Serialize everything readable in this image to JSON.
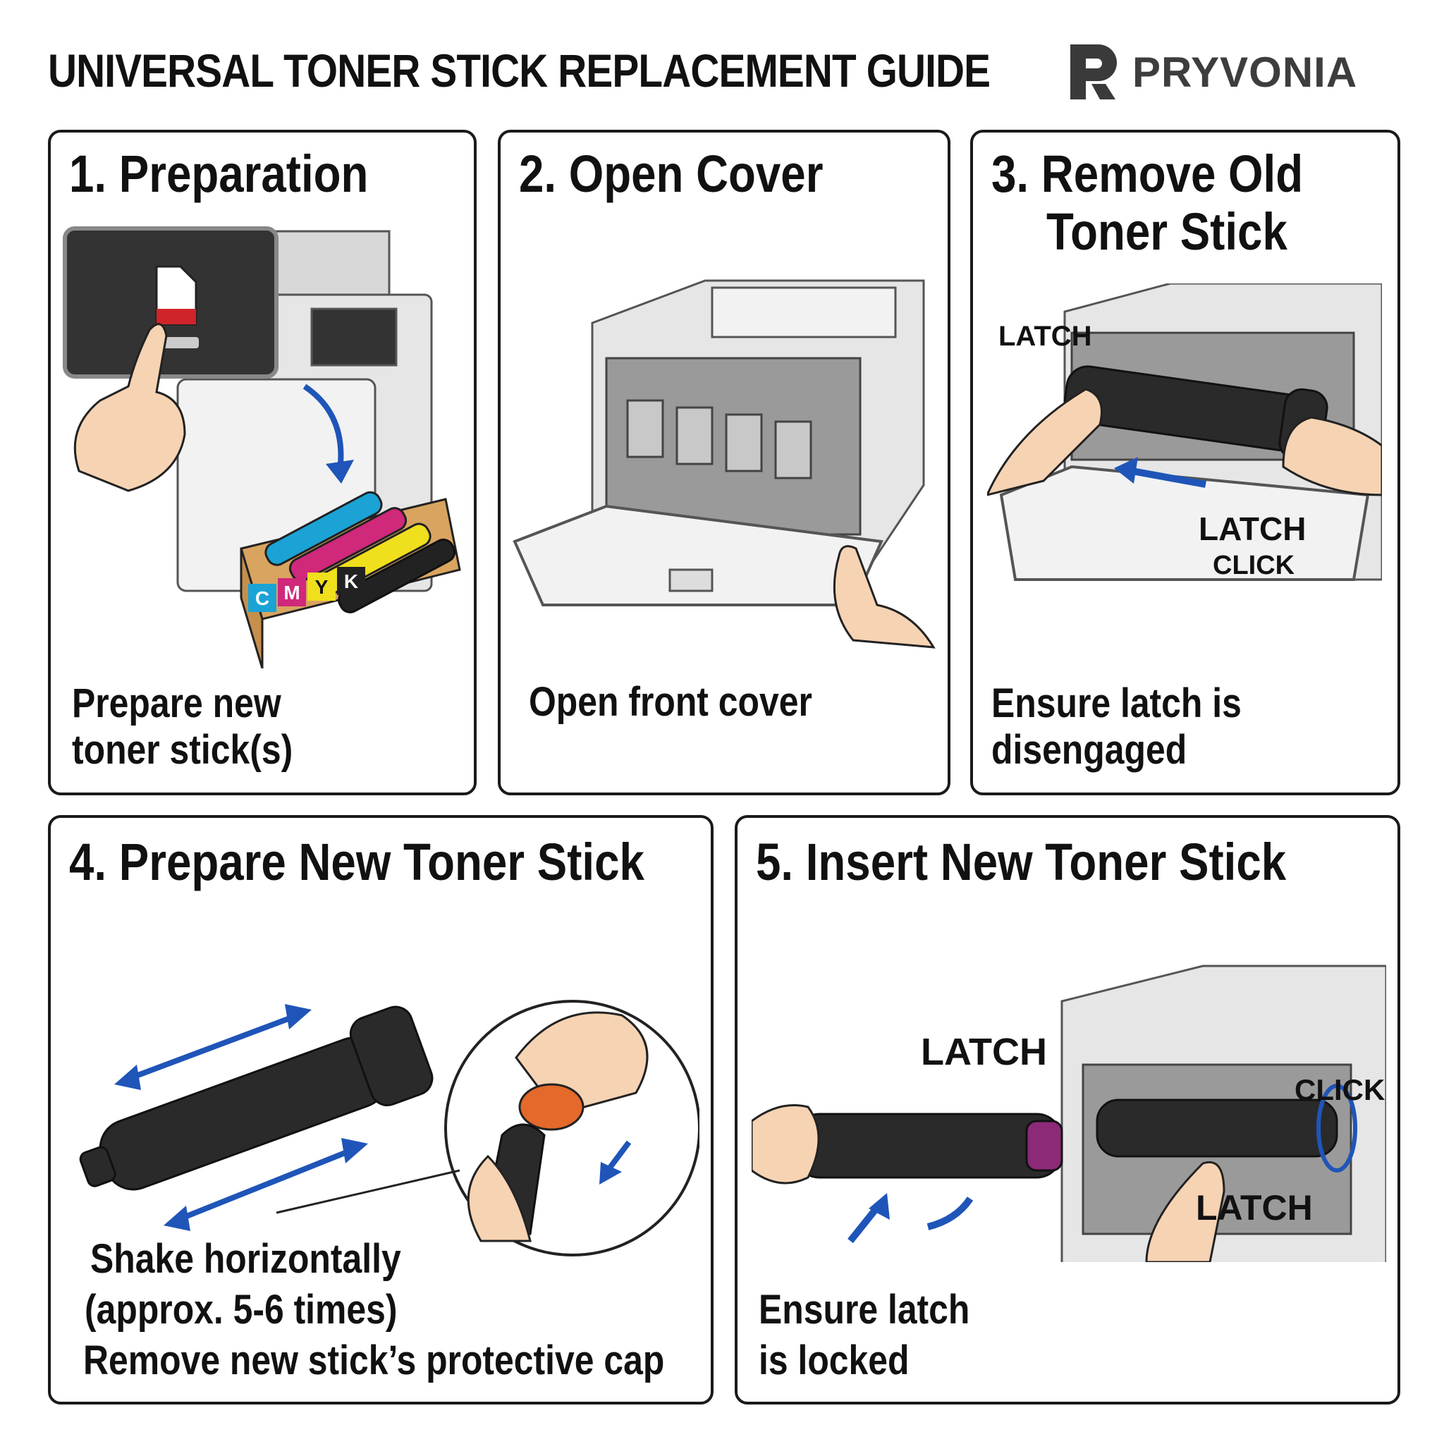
{
  "title": "UNIVERSAL TONER STICK REPLACEMENT GUIDE",
  "brand": {
    "name": "PRYVONIA",
    "logo_icon": "pryvonia-logo-icon"
  },
  "steps": [
    {
      "title": "1. Preparation",
      "caption": [
        "Prepare new",
        "toner stick(s)"
      ],
      "box_labels": [
        "C",
        "M",
        "Y",
        "K"
      ]
    },
    {
      "title": "2. Open Cover",
      "caption": [
        "Open front cover"
      ]
    },
    {
      "title": [
        "3. Remove Old",
        "Toner Stick"
      ],
      "caption": [
        "Ensure latch is",
        "disengaged"
      ],
      "labels": {
        "latch_top": "LATCH",
        "latch_bottom": "LATCH",
        "click": "CLICK"
      }
    },
    {
      "title": "4. Prepare New Toner Stick",
      "caption": [
        "Shake horizontally",
        "(approx. 5-6 times)",
        "Remove new stick’s protective cap"
      ]
    },
    {
      "title": "5. Insert New Toner Stick",
      "caption": [
        "Ensure latch",
        "is locked"
      ],
      "labels": {
        "latch_top": "LATCH",
        "click": "CLICK",
        "latch_bottom": "LATCH"
      }
    }
  ],
  "colors": {
    "arrow": "#1f55b8",
    "cyan": "#1ba3d6",
    "magenta": "#d0287a",
    "yellow": "#f0df1c",
    "black": "#222222",
    "skin": "#f6d3b3",
    "box": "#d9a460",
    "printer": "#e4e4e4"
  }
}
